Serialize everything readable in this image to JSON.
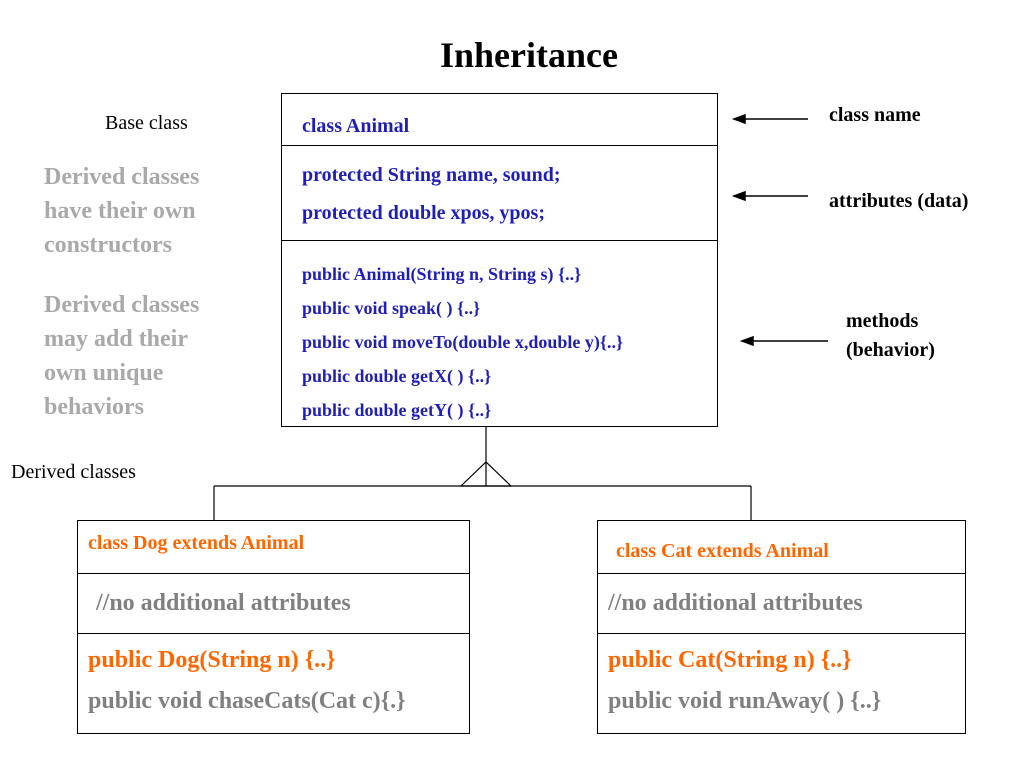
{
  "title": "Inheritance",
  "left_labels": {
    "base_class": "Base class",
    "derived_classes": "Derived classes",
    "note1": [
      "Derived classes",
      "have their own",
      "constructors"
    ],
    "note2": [
      "Derived classes",
      "may add their",
      "own unique",
      "behaviors"
    ]
  },
  "right_labels": {
    "class_name": "class name",
    "attributes": "attributes (data)",
    "methods": [
      "methods",
      "(behavior)"
    ]
  },
  "animal": {
    "name": "class Animal",
    "attributes": [
      "protected String name, sound;",
      "protected double xpos, ypos;"
    ],
    "methods": [
      "public Animal(String n, String s) {..}",
      "public void speak( ) {..}",
      "public void moveTo(double x,double y){..}",
      "public double getX( ) {..}",
      "public double getY( ) {..}"
    ]
  },
  "dog": {
    "name": "class Dog  extends Animal",
    "attributes": "//no additional attributes",
    "constructor": "public Dog(String n) {..}",
    "method": "public void chaseCats(Cat c){.}"
  },
  "cat": {
    "name": "class Cat  extends Animal",
    "attributes": "//no additional attributes",
    "constructor": "public Cat(String n) {..}",
    "method": "public void runAway( ) {..}"
  },
  "colors": {
    "base_text": "#1f1fb8",
    "derived_header": "#ff6600",
    "derived_muted": "#808080",
    "notes": "#a9a9a9"
  }
}
